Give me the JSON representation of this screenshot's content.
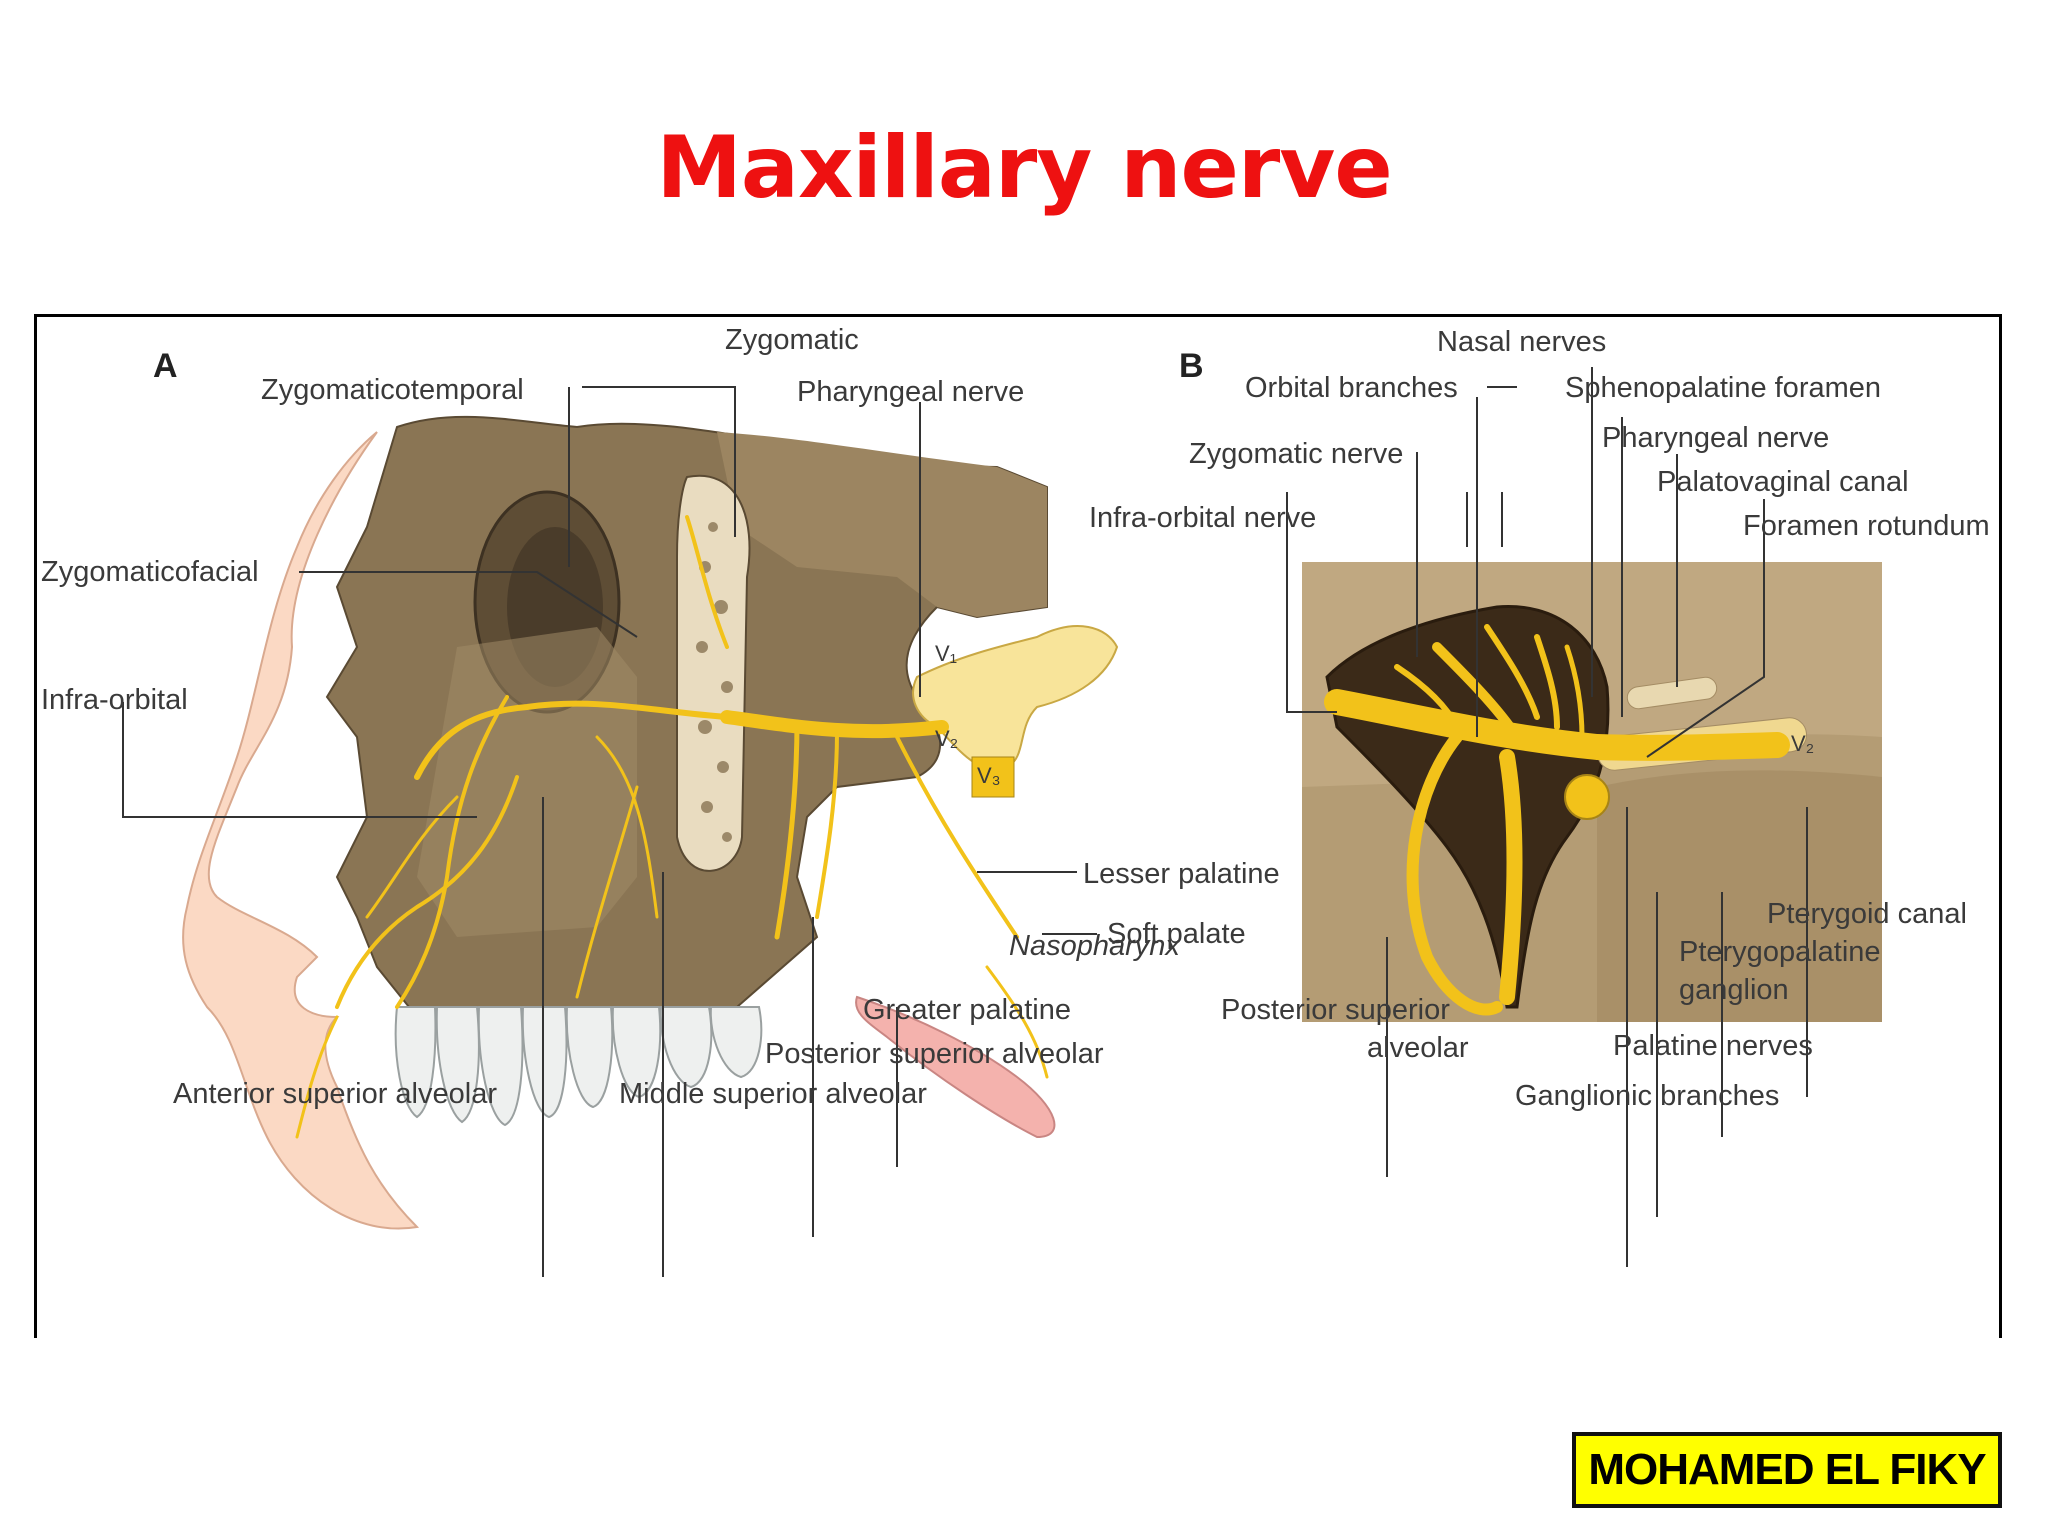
{
  "title": "Maxillary nerve",
  "watermark": "MOHAMED EL FIKY",
  "colors": {
    "title": "#ee1111",
    "nerve": "#f2c21a",
    "bone": "#8a7554",
    "skin": "#fbd9c4",
    "badge_bg": "#ffff00"
  },
  "panel_a": {
    "letter": "A",
    "labels": {
      "zygomatic": "Zygomatic",
      "zygomaticotemporal": "Zygomaticotemporal",
      "pharyngeal_nerve": "Pharyngeal nerve",
      "zygomaticofacial": "Zygomaticofacial",
      "infra_orbital": "Infra-orbital",
      "nasopharynx": "Nasopharynx",
      "lesser_palatine": "Lesser palatine",
      "soft_palate": "Soft palate",
      "greater_palatine": "Greater palatine",
      "posterior_superior_alveolar": "Posterior superior alveolar",
      "anterior_superior_alveolar": "Anterior superior alveolar",
      "middle_superior_alveolar": "Middle superior alveolar"
    },
    "trunk_labels": {
      "v1": "V₁",
      "v2": "V₂",
      "v3": "V₃"
    }
  },
  "panel_b": {
    "letter": "B",
    "labels": {
      "nasal_nerves": "Nasal nerves",
      "orbital_branches": "Orbital branches",
      "sphenopalatine_foramen": "Sphenopalatine foramen",
      "pharyngeal_nerve": "Pharyngeal nerve",
      "zygomatic_nerve": "Zygomatic nerve",
      "palatovaginal_canal": "Palatovaginal canal",
      "infra_orbital_nerve": "Infra-orbital nerve",
      "foramen_rotundum": "Foramen rotundum",
      "pterygoid_canal": "Pterygoid canal",
      "pterygopalatine_ganglion_1": "Pterygopalatine",
      "pterygopalatine_ganglion_2": "ganglion",
      "posterior_superior_alveolar_1": "Posterior superior",
      "posterior_superior_alveolar_2": "alveolar",
      "palatine_nerves": "Palatine nerves",
      "ganglionic_branches": "Ganglionic branches"
    },
    "trunk_label": "V₂"
  }
}
